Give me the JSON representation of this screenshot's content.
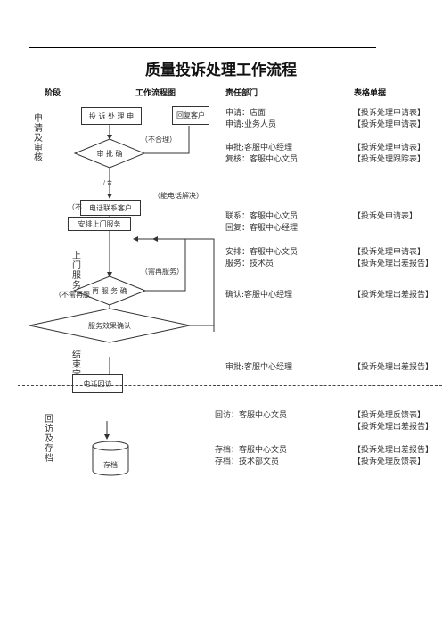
{
  "title": "质量投诉处理工作流程",
  "headers": {
    "stage": "阶段",
    "flow": "工作流程图",
    "dept": "责任部门",
    "forms": "表格单据"
  },
  "stages": {
    "apply": "申\n请\n及\n审\n核",
    "service": "上\n门\n服\n务",
    "end": "结\n束\n定",
    "revisit": "回\n访\n及\n存\n档"
  },
  "flow": {
    "complaint_box": "投 诉 处 理 申",
    "reply_box": "回复客户",
    "review_diamond": "审 批 确",
    "unreasonable": "（不合理）",
    "small_mark": "/ 合",
    "phone_solved": "（能电话解决）",
    "no_mark": "（不",
    "call_customer": "电话联系客户",
    "arrange_visit": "安排上门服务",
    "need_again": "（需再服务）",
    "no_need_again": "（不需再服",
    "reconfirm_diamond": "再 服 务 确",
    "effect_confirm": "服务效果确认",
    "phone_revisit": "电话回访",
    "archive": "存档"
  },
  "responsibility": {
    "r1": "申请：店面\n申请:业务人员",
    "r2": "审批;客服中心经理\n复核：客服中心文员",
    "r3": "联系：客服中心文员\n回复：客服中心经理",
    "r4": "安排：客服中心文员\n服务：技术员",
    "r5": "确认:客服中心经理",
    "r6": "审批:客服中心经理",
    "r7": "回访：客服中心文员",
    "r8": "存档：客服中心文员\n存档：技术部文员"
  },
  "forms": {
    "f1": "【投诉处理申请表】\n【投诉处理申请表】",
    "f2": "【投诉处理申请表】\n【投诉处理跟踪表】",
    "f3": "【投诉处申请表】",
    "f4": "【投诉处理申请表】\n【投诉处理出差报告】",
    "f5": "【投诉处理出差报告】",
    "f6": "【投诉处理出差报告】",
    "f7": "【投诉处理反馈表】\n【投诉处理出差报告】",
    "f8": "【投诉处理出差报告】\n【投诉处理反馈表】"
  }
}
